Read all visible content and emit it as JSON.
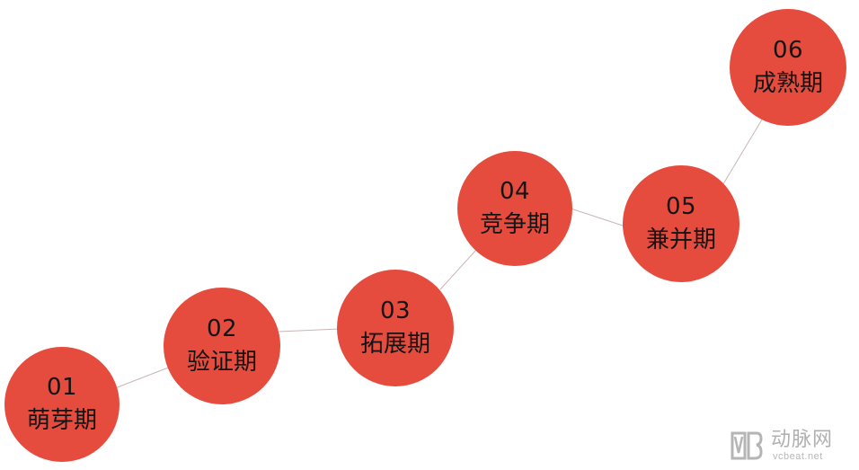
{
  "diagram": {
    "stages": [
      {
        "number": "01",
        "label": "萌芽期"
      },
      {
        "number": "02",
        "label": "验证期"
      },
      {
        "number": "03",
        "label": "拓展期"
      },
      {
        "number": "04",
        "label": "竞争期"
      },
      {
        "number": "05",
        "label": "兼并期"
      },
      {
        "number": "06",
        "label": "成熟期"
      }
    ],
    "colors": {
      "circle_fill": "#e64c3e",
      "connector": "#c9b5b5",
      "text": "#141414"
    }
  },
  "watermark": {
    "logo_icon": "vb-logo-icon",
    "name": "动脉网",
    "domain": "vcbeat.net"
  }
}
